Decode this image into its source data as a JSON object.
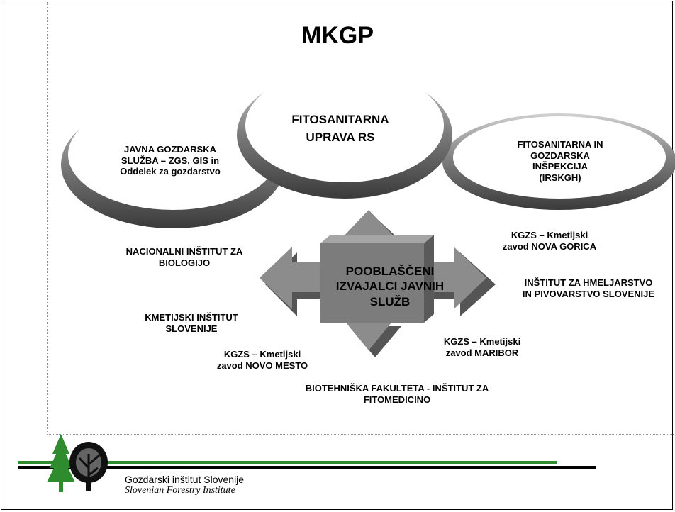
{
  "title": "MKGP",
  "circles": {
    "left": "JAVNA GOZDARSKA\nSLUŽBA – ZGS, GIS in\nOddelek za gozdarstvo",
    "center": "FITOSANITARNA\nUPRAVA RS",
    "right": "FITOSANITARNA IN\nGOZDARSKA\nINŠPEKCIJA\n(IRSKGH)"
  },
  "arrow_label": "POOBLAŠČENI\nIZVAJALCI JAVNIH\nSLUŽB",
  "organizations": [
    "NACIONALNI INŠTITUT ZA\nBIOLOGIJO",
    "KGZS – Kmetijski\nzavod NOVA GORICA",
    "INŠTITUT ZA HMELJARSTVO\nIN PIVOVARSTVO SLOVENIJE",
    "KMETIJSKI INŠTITUT\nSLOVENIJE",
    "KGZS – Kmetijski\nzavod MARIBOR",
    "KGZS – Kmetijski\nzavod NOVO MESTO",
    "BIOTEHNIŠKA FAKULTETA - INŠTITUT ZA\nFITOMEDICINO"
  ],
  "footer": {
    "line1": "Gozdarski inštitut Slovenije",
    "line2": "Slovenian Forestry Institute"
  },
  "colors": {
    "ring_dark": "#4a4a4a",
    "ring_light": "#c8c8c8",
    "arrow_face": "#8c8c8c",
    "arrow_dark": "#555555",
    "green": "#2e8b2e",
    "black": "#000000"
  }
}
